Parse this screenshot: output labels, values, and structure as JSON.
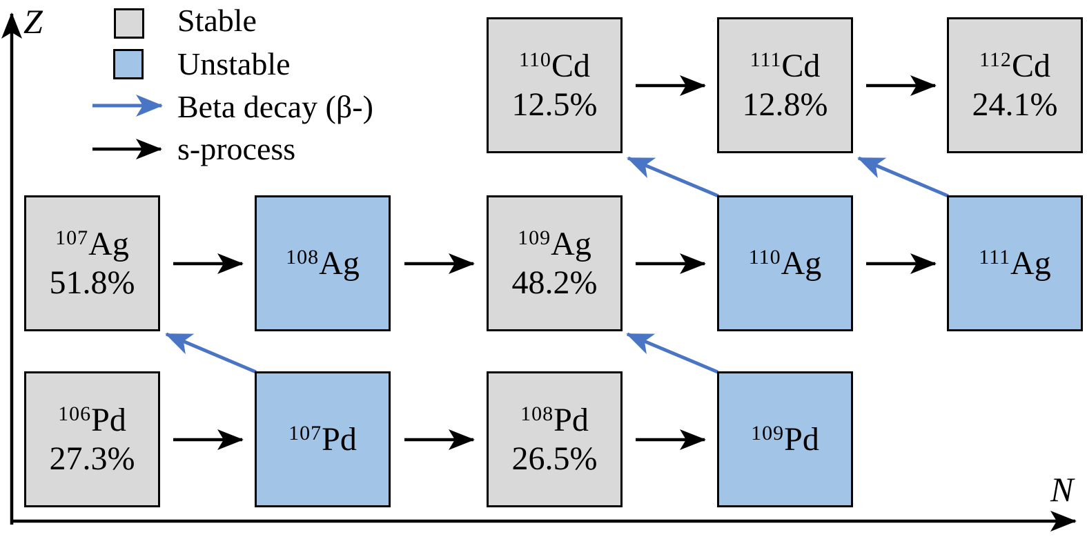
{
  "colors": {
    "stable_fill": "#d9d9d9",
    "unstable_fill": "#a2c4e6",
    "beta_arrow": "#4a74c4",
    "s_process_arrow": "#000000",
    "box_border": "#000000",
    "text": "#000000"
  },
  "axes": {
    "y_label": "Z",
    "x_label": "N"
  },
  "legend": {
    "stable_label": "Stable",
    "unstable_label": "Unstable",
    "beta_label": "Beta decay (β-)",
    "sprocess_label": "s-process"
  },
  "isotopes": {
    "cd110": {
      "mass": "110",
      "element": "Cd",
      "abundance": "12.5%",
      "status": "stable"
    },
    "cd111": {
      "mass": "111",
      "element": "Cd",
      "abundance": "12.8%",
      "status": "stable"
    },
    "cd112": {
      "mass": "112",
      "element": "Cd",
      "abundance": "24.1%",
      "status": "stable"
    },
    "ag107": {
      "mass": "107",
      "element": "Ag",
      "abundance": "51.8%",
      "status": "stable"
    },
    "ag108": {
      "mass": "108",
      "element": "Ag",
      "abundance": "",
      "status": "unstable"
    },
    "ag109": {
      "mass": "109",
      "element": "Ag",
      "abundance": "48.2%",
      "status": "stable"
    },
    "ag110": {
      "mass": "110",
      "element": "Ag",
      "abundance": "",
      "status": "unstable"
    },
    "ag111": {
      "mass": "111",
      "element": "Ag",
      "abundance": "",
      "status": "unstable"
    },
    "pd106": {
      "mass": "106",
      "element": "Pd",
      "abundance": "27.3%",
      "status": "stable"
    },
    "pd107": {
      "mass": "107",
      "element": "Pd",
      "abundance": "",
      "status": "unstable"
    },
    "pd108": {
      "mass": "108",
      "element": "Pd",
      "abundance": "26.5%",
      "status": "stable"
    },
    "pd109": {
      "mass": "109",
      "element": "Pd",
      "abundance": "",
      "status": "unstable"
    }
  },
  "beta_decays": [
    {
      "from": "107Pd",
      "to": "107Ag"
    },
    {
      "from": "109Pd",
      "to": "109Ag"
    },
    {
      "from": "110Ag",
      "to": "110Cd"
    },
    {
      "from": "111Ag",
      "to": "111Cd"
    }
  ],
  "s_process_links": [
    {
      "from": "110Cd",
      "to": "111Cd"
    },
    {
      "from": "111Cd",
      "to": "112Cd"
    },
    {
      "from": "107Ag",
      "to": "108Ag"
    },
    {
      "from": "108Ag",
      "to": "109Ag"
    },
    {
      "from": "109Ag",
      "to": "110Ag"
    },
    {
      "from": "110Ag",
      "to": "111Ag"
    },
    {
      "from": "106Pd",
      "to": "107Pd"
    },
    {
      "from": "107Pd",
      "to": "108Pd"
    },
    {
      "from": "108Pd",
      "to": "109Pd"
    }
  ]
}
